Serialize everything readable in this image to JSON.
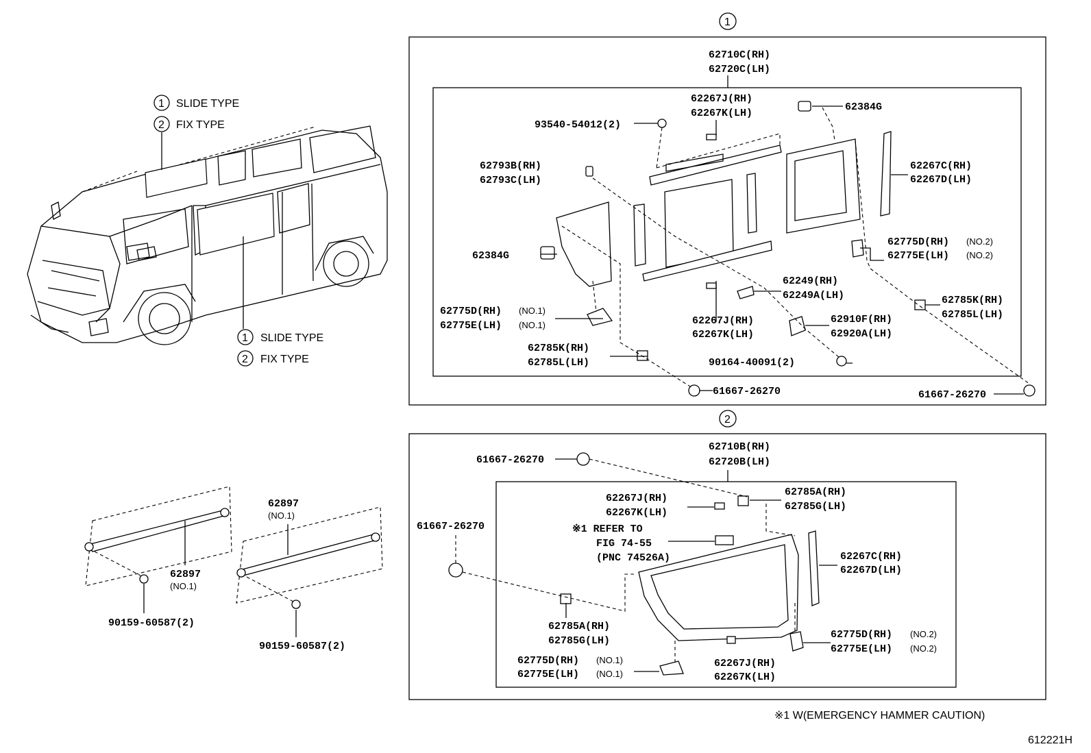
{
  "diagram_id": "612221H",
  "footnote": "※1 W(EMERGENCY HAMMER CAUTION)",
  "legend": {
    "slide": {
      "num": "1",
      "label": "SLIDE TYPE"
    },
    "fix": {
      "num": "2",
      "label": "FIX TYPE"
    }
  },
  "section1": {
    "title_num": "1",
    "assembly": [
      "62710C(RH)",
      "62720C(LH)"
    ],
    "parts": {
      "p62267j_top": [
        "62267J(RH)",
        "62267K(LH)"
      ],
      "p62384g_top": "62384G",
      "p93540": "93540-54012(2)",
      "p62793": [
        "62793B(RH)",
        "62793C(LH)"
      ],
      "p62267c": [
        "62267C(RH)",
        "62267D(LH)"
      ],
      "p62384g_left": "62384G",
      "p62775_no2": [
        "62775D(RH)",
        "62775E(LH)"
      ],
      "p62775_no2_tag": [
        "(NO.2)",
        "(NO.2)"
      ],
      "p62249": [
        "62249(RH)",
        "62249A(LH)"
      ],
      "p62785_right": [
        "62785K(RH)",
        "62785L(LH)"
      ],
      "p62775_no1": [
        "62775D(RH)",
        "62775E(LH)"
      ],
      "p62775_no1_tag": [
        "(NO.1)",
        "(NO.1)"
      ],
      "p62267j_bottom": [
        "62267J(RH)",
        "62267K(LH)"
      ],
      "p62910": [
        "62910F(RH)",
        "62920A(LH)"
      ],
      "p62785_left": [
        "62785K(RH)",
        "62785L(LH)"
      ],
      "p90164": "90164-40091(2)",
      "p61667_a": "61667-26270",
      "p61667_b": "61667-26270"
    }
  },
  "section2": {
    "title_num": "2",
    "assembly": [
      "62710B(RH)",
      "62720B(LH)"
    ],
    "parts": {
      "p61667_top": "61667-26270",
      "p61667_left": "61667-26270",
      "p62267j_top": [
        "62267J(RH)",
        "62267K(LH)"
      ],
      "p62785a_top": [
        "62785A(RH)",
        "62785G(LH)"
      ],
      "refer": [
        "※1 REFER TO",
        "FIG 74-55",
        "(PNC 74526A)"
      ],
      "p62267c": [
        "62267C(RH)",
        "62267D(LH)"
      ],
      "p62785a_bottom": [
        "62785A(RH)",
        "62785G(LH)"
      ],
      "p62775_no2": [
        "62775D(RH)",
        "62775E(LH)"
      ],
      "p62775_no2_tag": [
        "(NO.2)",
        "(NO.2)"
      ],
      "p62775_no1": [
        "62775D(RH)",
        "62775E(LH)"
      ],
      "p62775_no1_tag": [
        "(NO.1)",
        "(NO.1)"
      ],
      "p62267j_bottom": [
        "62267J(RH)",
        "62267K(LH)"
      ]
    }
  },
  "moulding": {
    "left": {
      "part": "62897",
      "tag": "(NO.1)",
      "bolt": "90159-60587(2)"
    },
    "right": {
      "part": "62897",
      "tag": "(NO.1)",
      "bolt": "90159-60587(2)"
    }
  }
}
